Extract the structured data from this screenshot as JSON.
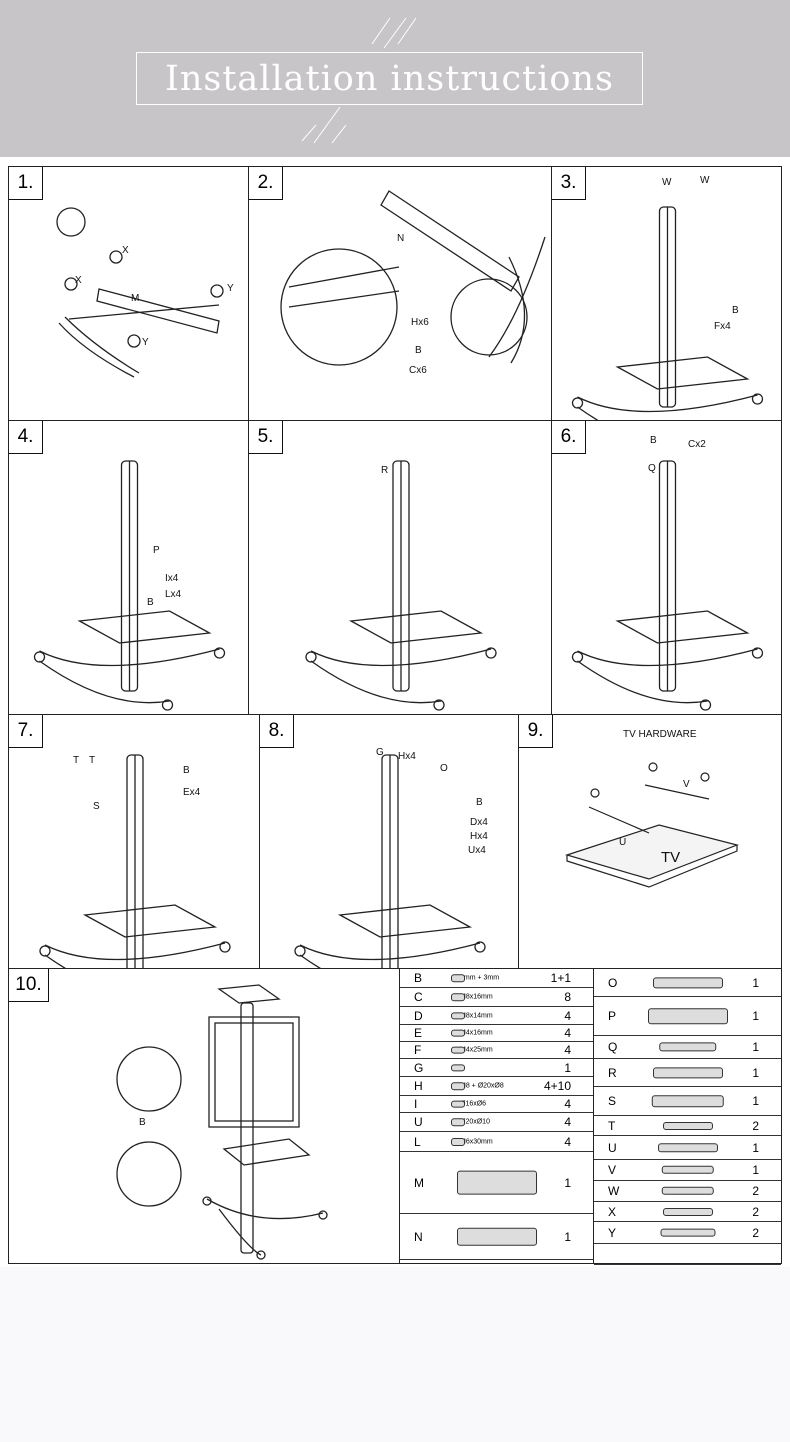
{
  "header": {
    "title": "Installation instructions"
  },
  "steps": [
    {
      "number": "1.",
      "callouts": [
        "X",
        "X",
        "M",
        "Y",
        "Y"
      ]
    },
    {
      "number": "2.",
      "callouts": [
        "N",
        "Hx6",
        "B",
        "Cx6"
      ]
    },
    {
      "number": "3.",
      "callouts": [
        "W",
        "W",
        "B",
        "Fx4"
      ]
    },
    {
      "number": "4.",
      "callouts": [
        "P",
        "Ix4",
        "Lx4",
        "B"
      ]
    },
    {
      "number": "5.",
      "callouts": [
        "R"
      ]
    },
    {
      "number": "6.",
      "callouts": [
        "B",
        "Cx2",
        "Q"
      ]
    },
    {
      "number": "7.",
      "callouts": [
        "T",
        "T",
        "S",
        "B",
        "Ex4"
      ]
    },
    {
      "number": "8.",
      "callouts": [
        "G",
        "Hx4",
        "O",
        "B",
        "Dx4",
        "Hx4",
        "Ux4"
      ]
    },
    {
      "number": "9.",
      "callouts": [
        "TV HARDWARE",
        "V",
        "U",
        "TV"
      ]
    },
    {
      "number": "10.",
      "callouts": [
        "B"
      ]
    }
  ],
  "parts_left": [
    {
      "label": "B",
      "desc": "5mm  +  3mm",
      "qty": "1+1"
    },
    {
      "label": "C",
      "desc": "M8x16mm",
      "qty": "8"
    },
    {
      "label": "D",
      "desc": "M8x14mm",
      "qty": "4"
    },
    {
      "label": "E",
      "desc": "M4x16mm",
      "qty": "4"
    },
    {
      "label": "F",
      "desc": "M4x25mm",
      "qty": "4"
    },
    {
      "label": "G",
      "desc": "",
      "qty": "1"
    },
    {
      "label": "H",
      "desc": "M8  +  Ø20xØ8",
      "qty": "4+10"
    },
    {
      "label": "I",
      "desc": "Ø16xØ6",
      "qty": "4"
    },
    {
      "label": "U",
      "desc": "Ø20xØ10",
      "qty": "4"
    },
    {
      "label": "L",
      "desc": "M6x30mm",
      "qty": "4"
    },
    {
      "label": "M",
      "desc": "",
      "qty": "1"
    },
    {
      "label": "N",
      "desc": "",
      "qty": "1"
    }
  ],
  "parts_right": [
    {
      "label": "O",
      "qty": "1"
    },
    {
      "label": "P",
      "qty": "1"
    },
    {
      "label": "Q",
      "qty": "1"
    },
    {
      "label": "R",
      "qty": "1"
    },
    {
      "label": "S",
      "qty": "1"
    },
    {
      "label": "T",
      "qty": "2"
    },
    {
      "label": "U",
      "qty": "1"
    },
    {
      "label": "V",
      "qty": "1"
    },
    {
      "label": "W",
      "qty": "2"
    },
    {
      "label": "X",
      "qty": "2"
    },
    {
      "label": "Y",
      "qty": "2"
    },
    {
      "label": "",
      "qty": ""
    }
  ]
}
